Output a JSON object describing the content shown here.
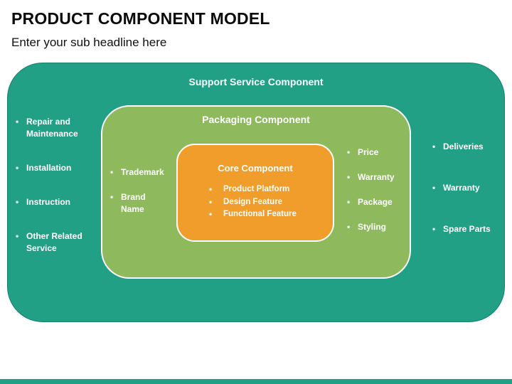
{
  "slide": {
    "title": "PRODUCT COMPONENT MODEL",
    "subtitle": "Enter your sub headline here"
  },
  "colors": {
    "teal": "#21A085",
    "teal_border": "#17806B",
    "green": "#8EBA5D",
    "orange": "#F09D2B",
    "text_on_fill": "#FFFFFF",
    "heading_text": "#0B0B0B"
  },
  "support": {
    "title": "Support Service Component",
    "left_items": [
      "Repair and Maintenance",
      "Installation",
      "Instruction",
      "Other Related Service"
    ],
    "right_items": [
      "Deliveries",
      "Warranty",
      "Spare Parts"
    ]
  },
  "packaging": {
    "title": "Packaging Component",
    "left_items": [
      "Trademark",
      "Brand Name"
    ],
    "right_items": [
      "Price",
      "Warranty",
      "Package",
      "Styling"
    ]
  },
  "core": {
    "title": "Core Component",
    "items": [
      "Product Platform",
      "Design Feature",
      "Functional Feature"
    ]
  },
  "bullet_glyph": "•"
}
